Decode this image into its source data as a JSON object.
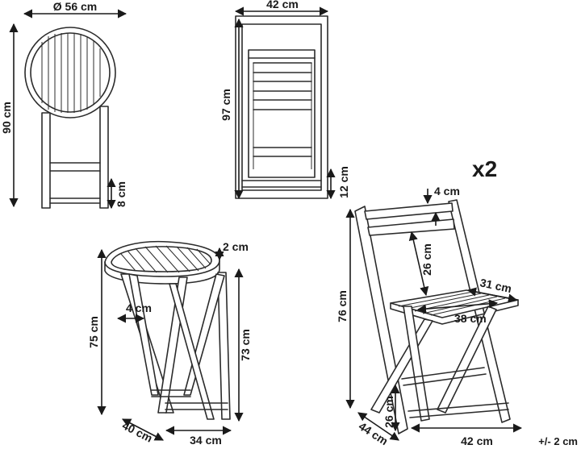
{
  "labels": {
    "table_top_diameter": "Ø 56 cm",
    "folded_table_height": "90 cm",
    "folded_table_foot": "8 cm",
    "folded_chair_width": "42 cm",
    "folded_chair_height": "97 cm",
    "folded_chair_foot": "12 cm",
    "quantity": "x2",
    "chair_top_rail": "4 cm",
    "chair_back_span": "26 cm",
    "chair_seat_depth": "31 cm",
    "chair_seat_width": "38 cm",
    "chair_height": "76 cm",
    "chair_rung_height": "26 cm",
    "chair_depth": "44 cm",
    "chair_width": "42 cm",
    "table_top_thickness": "2 cm",
    "table_leg_width": "4 cm",
    "table_height": "75 cm",
    "table_under_top": "73 cm",
    "table_base_depth": "40 cm",
    "table_base_width": "34 cm",
    "tolerance": "+/- 2 cm"
  }
}
